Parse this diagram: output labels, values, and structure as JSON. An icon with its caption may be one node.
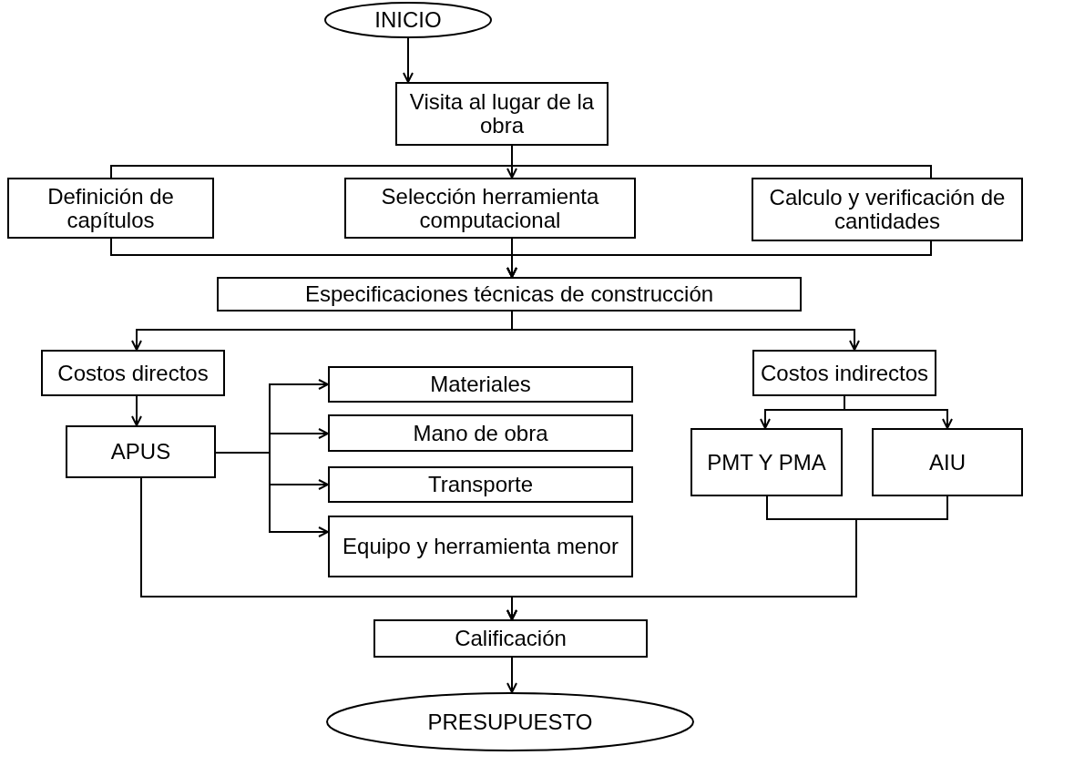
{
  "diagram": {
    "nodes": [
      {
        "text": [
          "INICIO"
        ]
      },
      {
        "text": [
          "Visita al lugar de la obra"
        ]
      },
      {
        "text": [
          "Definición de capítulos"
        ]
      },
      {
        "text": [
          "Selección herramienta computacional"
        ]
      },
      {
        "text": [
          "Calculo y verificación de cantidades"
        ]
      },
      {
        "text": [
          "Especificaciones técnicas de construcción"
        ]
      },
      {
        "text": [
          "Costos directos"
        ]
      },
      {
        "text": [
          "APUS"
        ]
      },
      {
        "text": [
          "Materiales"
        ]
      },
      {
        "text": [
          "Mano de obra"
        ]
      },
      {
        "text": [
          "Transporte"
        ]
      },
      {
        "text": [
          "Equipo y herramienta menor"
        ]
      },
      {
        "text": [
          "Costos indirectos"
        ]
      },
      {
        "text": [
          "PMT Y PMA"
        ]
      },
      {
        "text": [
          "AIU"
        ]
      },
      {
        "text": [
          "Calificación"
        ]
      },
      {
        "text": [
          "PRESUPUESTO"
        ]
      }
    ],
    "edges": [
      {
        "from": 0,
        "to": 1,
        "arrow": "to"
      },
      {
        "from": 1,
        "to": 2,
        "arrow": "none"
      },
      {
        "from": 1,
        "to": 3,
        "arrow": "to"
      },
      {
        "from": 1,
        "to": 4,
        "arrow": "none"
      },
      {
        "from": 2,
        "to": 5,
        "arrow": "to"
      },
      {
        "from": 3,
        "to": 5,
        "arrow": "to"
      },
      {
        "from": 4,
        "to": 5,
        "arrow": "to"
      },
      {
        "from": 5,
        "to": 6,
        "arrow": "to"
      },
      {
        "from": 5,
        "to": 12,
        "arrow": "to"
      },
      {
        "from": 6,
        "to": 7,
        "arrow": "to"
      },
      {
        "from": 7,
        "to": 8,
        "arrow": "to"
      },
      {
        "from": 7,
        "to": 9,
        "arrow": "to"
      },
      {
        "from": 7,
        "to": 10,
        "arrow": "to"
      },
      {
        "from": 7,
        "to": 11,
        "arrow": "to"
      },
      {
        "from": 12,
        "to": 13,
        "arrow": "to"
      },
      {
        "from": 12,
        "to": 14,
        "arrow": "to"
      },
      {
        "from": 7,
        "to": 15,
        "arrow": "to"
      },
      {
        "from": 13,
        "to": 15,
        "arrow": "to"
      },
      {
        "from": 14,
        "to": 15,
        "arrow": "to"
      },
      {
        "from": 15,
        "to": 16,
        "arrow": "to"
      }
    ]
  }
}
